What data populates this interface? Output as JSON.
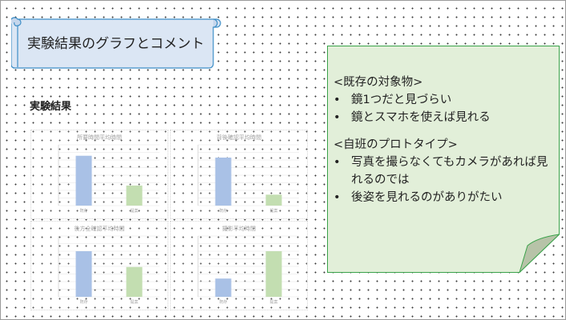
{
  "title": "実験結果のグラフとコメント",
  "results": {
    "heading": "実験結果",
    "charts": [
      {
        "title": "所要時間平均時間",
        "categories": [
          "既存",
          "提案"
        ],
        "values": [
          0.82,
          0.33
        ],
        "colors": [
          "#a9c1e6",
          "#c3deb1"
        ]
      },
      {
        "title": "背後確認平均時間",
        "categories": [
          "既存",
          "提案"
        ],
        "values": [
          0.79,
          0.18
        ],
        "colors": [
          "#a9c1e6",
          "#c3deb1"
        ]
      },
      {
        "title": "後方全確認平均時間",
        "categories": [
          "既存",
          "提案"
        ],
        "values": [
          0.75,
          0.49
        ],
        "colors": [
          "#a9c1e6",
          "#c3deb1"
        ]
      },
      {
        "title": "撮影平均時間",
        "categories": [
          "既存",
          "提案"
        ],
        "values": [
          0.3,
          0.75
        ],
        "colors": [
          "#a9c1e6",
          "#c3deb1"
        ]
      }
    ]
  },
  "note": {
    "sections": [
      {
        "heading": "<既存の対象物>",
        "items": [
          "鏡1つだと見づらい",
          "鏡とスマホを使えば見れる"
        ]
      },
      {
        "heading": "<自班のプロトタイプ>",
        "items": [
          "写真を撮らなくてもカメラがあれば見れるのでは",
          "後姿を見れるのがありがたい"
        ]
      }
    ]
  },
  "colors": {
    "title_fill": "#dbe6f4",
    "title_stroke": "#3e8ec7",
    "note_fill": "#e2efd9",
    "note_stroke": "#3aa24a",
    "note_fold": "#b7c3a8"
  }
}
